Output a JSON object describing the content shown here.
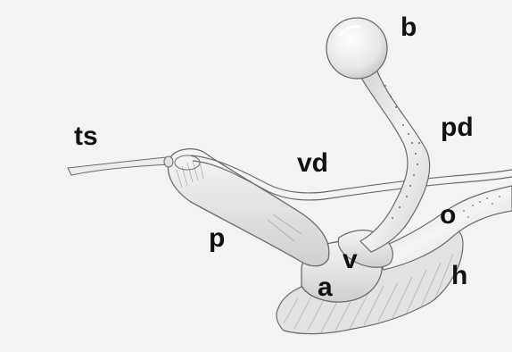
{
  "labels": {
    "b": "b",
    "pd": "pd",
    "ts": "ts",
    "vd": "vd",
    "o": "o",
    "p": "p",
    "v": "v",
    "h": "h",
    "a": "a"
  },
  "colors": {
    "background": "#f3f3f3",
    "pencil": "#6a6a6a",
    "shading": "#8a8a8a",
    "label": "#111111"
  }
}
